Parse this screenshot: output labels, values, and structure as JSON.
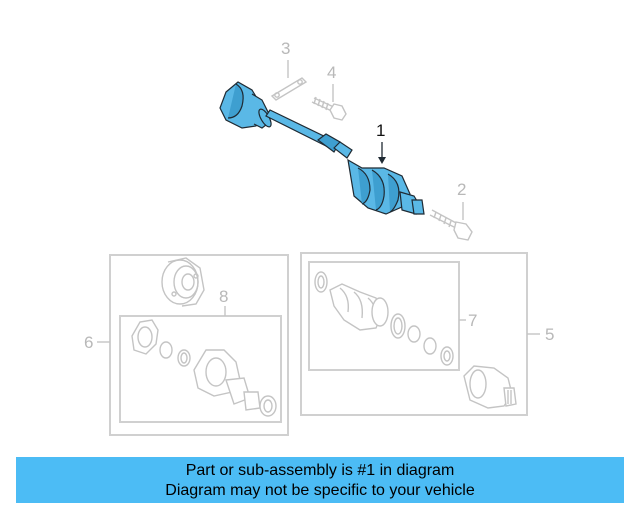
{
  "diagram": {
    "callouts": {
      "c1": "1",
      "c2": "2",
      "c3": "3",
      "c4": "4",
      "c5": "5",
      "c6": "6",
      "c7": "7",
      "c8": "8"
    },
    "colors": {
      "highlight": "#5ab8e6",
      "line_gray": "#c4c4c4",
      "banner": "#4cbcf5"
    }
  },
  "banner": {
    "line1": "Part or sub-assembly is #1 in diagram",
    "line2": "Diagram may not be specific to your vehicle"
  }
}
